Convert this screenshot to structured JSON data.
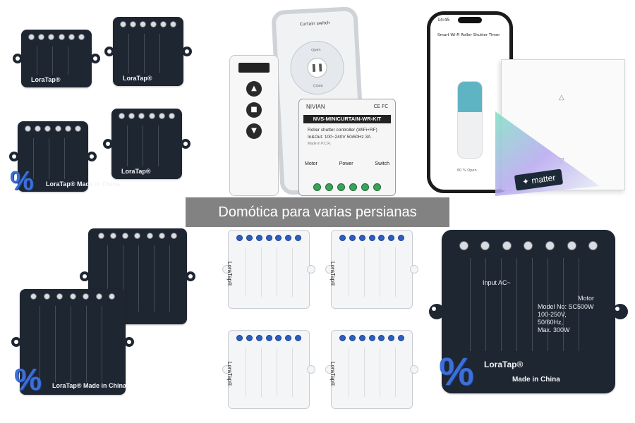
{
  "banner": {
    "text": "Domótica para varias persianas"
  },
  "discount_symbol": "%",
  "loratap": {
    "brand": "LoraTap®",
    "made_in": "Made in China",
    "model": "Model No: SC500W",
    "voltage": "100-250V,",
    "frequency": "50/60Hz,",
    "max": "Max. 300W",
    "input": "Input AC~",
    "motor": "Motor"
  },
  "remote_and_app": {
    "phone_title": "Curtain switch",
    "open_label": "Open",
    "close_label": "Close",
    "pause_icon": "pause-icon"
  },
  "nivian": {
    "brand": "NIVIAN",
    "certs": "CE FC",
    "model": "NVS-MINICURTAIN-WR-KIT",
    "line1": "Roller shutter controller (WiFi+RF)",
    "line2": "In&Out: 100~240V 50/60Hz 3A",
    "line3": "Made in P.C.R.",
    "col_motor": "Motor",
    "col_power": "Power",
    "col_switch": "Switch"
  },
  "matter_kit": {
    "time": "14:45",
    "app_title": "Smart Wi-Fi Roller Shutter Timer",
    "status": "60 % Open",
    "shutter_fraction": 0.4,
    "matter_label": "matter"
  },
  "colors": {
    "dark_module": "#1e2632",
    "discount": "#3d6fd8",
    "banner": "#7c7c7c",
    "accent_teal": "#5fb4c4"
  }
}
